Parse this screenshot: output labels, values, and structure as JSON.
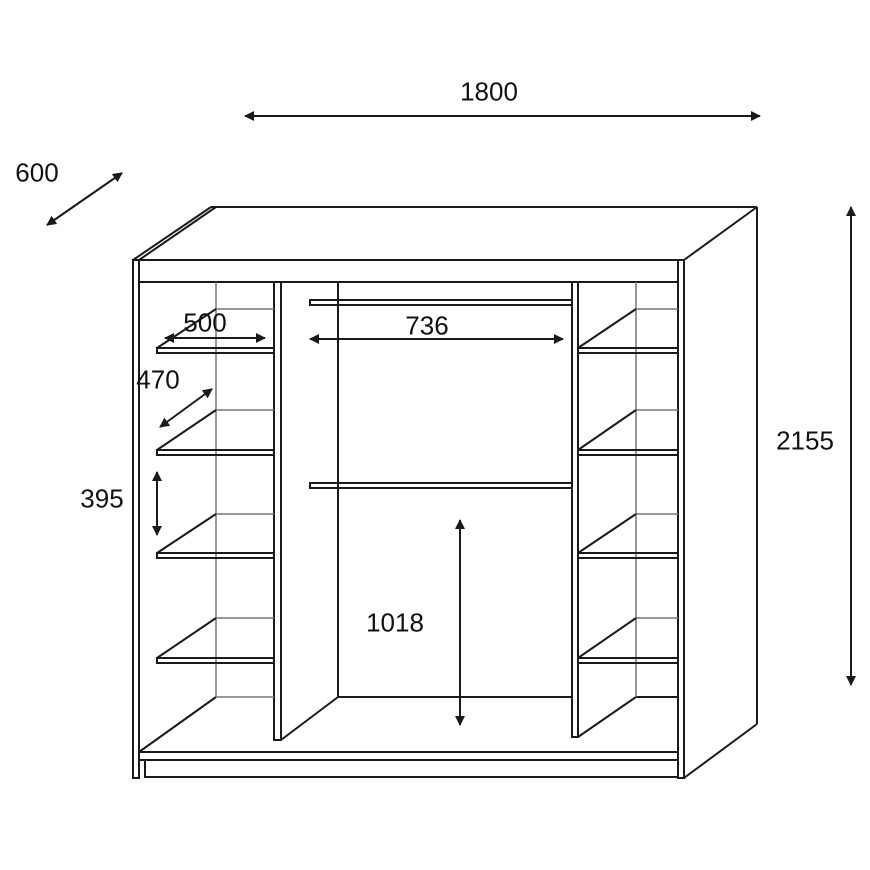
{
  "dimensions": {
    "width": "1800",
    "depth": "600",
    "height": "2155",
    "shelf_width": "500",
    "shelf_depth": "470",
    "shelf_spacing": "395",
    "hanging_width": "736",
    "hanging_height": "1018"
  },
  "colors": {
    "line": "#1a1a1a",
    "back_line": "#777777",
    "background": "#ffffff"
  }
}
